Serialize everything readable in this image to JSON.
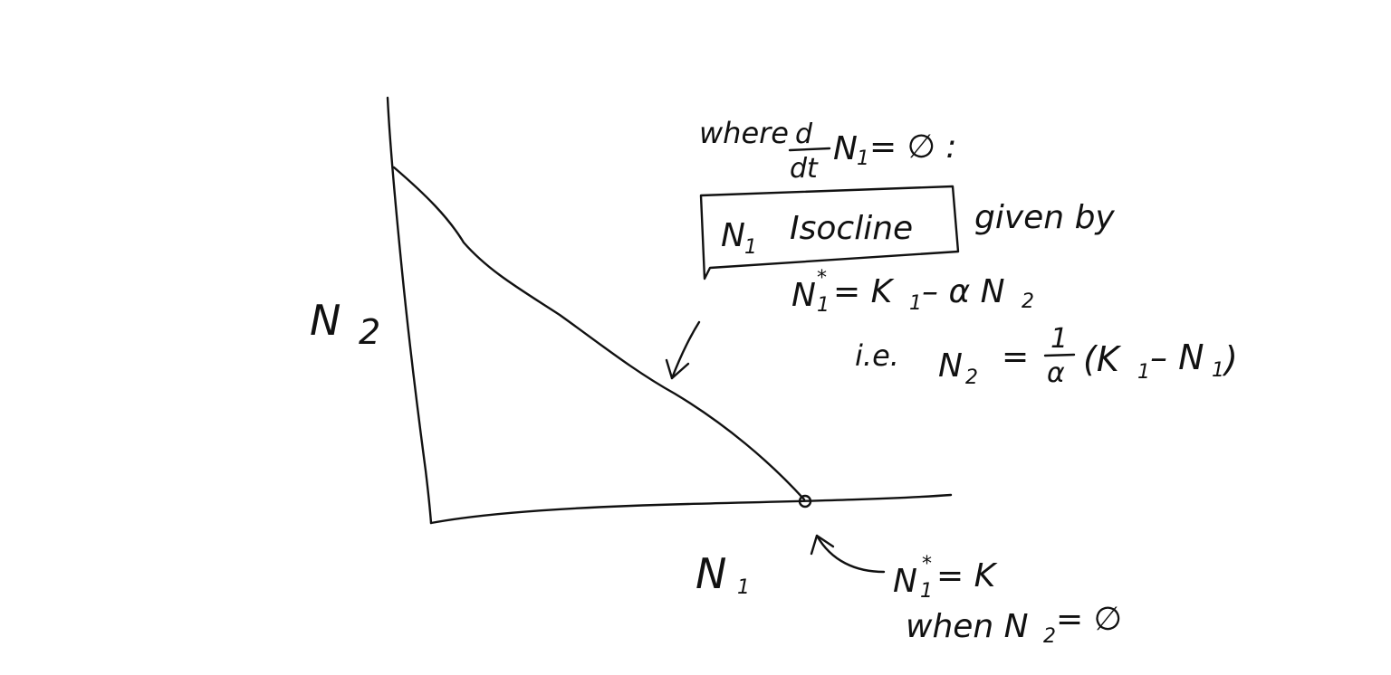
{
  "axes": {
    "y_label": "N",
    "y_label_sub": "2",
    "x_label": "N",
    "x_label_sub": "1"
  },
  "condition": {
    "prefix": "where",
    "frac_num": "d",
    "frac_den": "dt",
    "body": "N",
    "body_sub": "1",
    "suffix": "= ∅ :"
  },
  "isocline_box": {
    "label": "N",
    "label_sub": "1",
    "label_rest": "Isocline"
  },
  "given_by": "given by",
  "equation_1": {
    "lhs": "N",
    "lhs_sup": "*",
    "lhs_sub": "1",
    "rhs_a": "= K",
    "rhs_a_sub": "1",
    "rhs_b": "– α N",
    "rhs_b_sub": "2"
  },
  "equation_2": {
    "prefix": "i.e.",
    "lhs": "N",
    "lhs_sub": "2",
    "eq": "=",
    "frac_num": "1",
    "frac_den": "α",
    "paren_content_a": "(K",
    "paren_content_a_sub": "1",
    "paren_content_b": "– N",
    "paren_content_b_sub": "1",
    "paren_close": ")"
  },
  "point_note": {
    "line1": "N",
    "line1_sup": "*",
    "line1_sub": "1",
    "line1_rest": "= K",
    "line2_a": "when N",
    "line2_sub": "2",
    "line2_b": "= ∅"
  }
}
